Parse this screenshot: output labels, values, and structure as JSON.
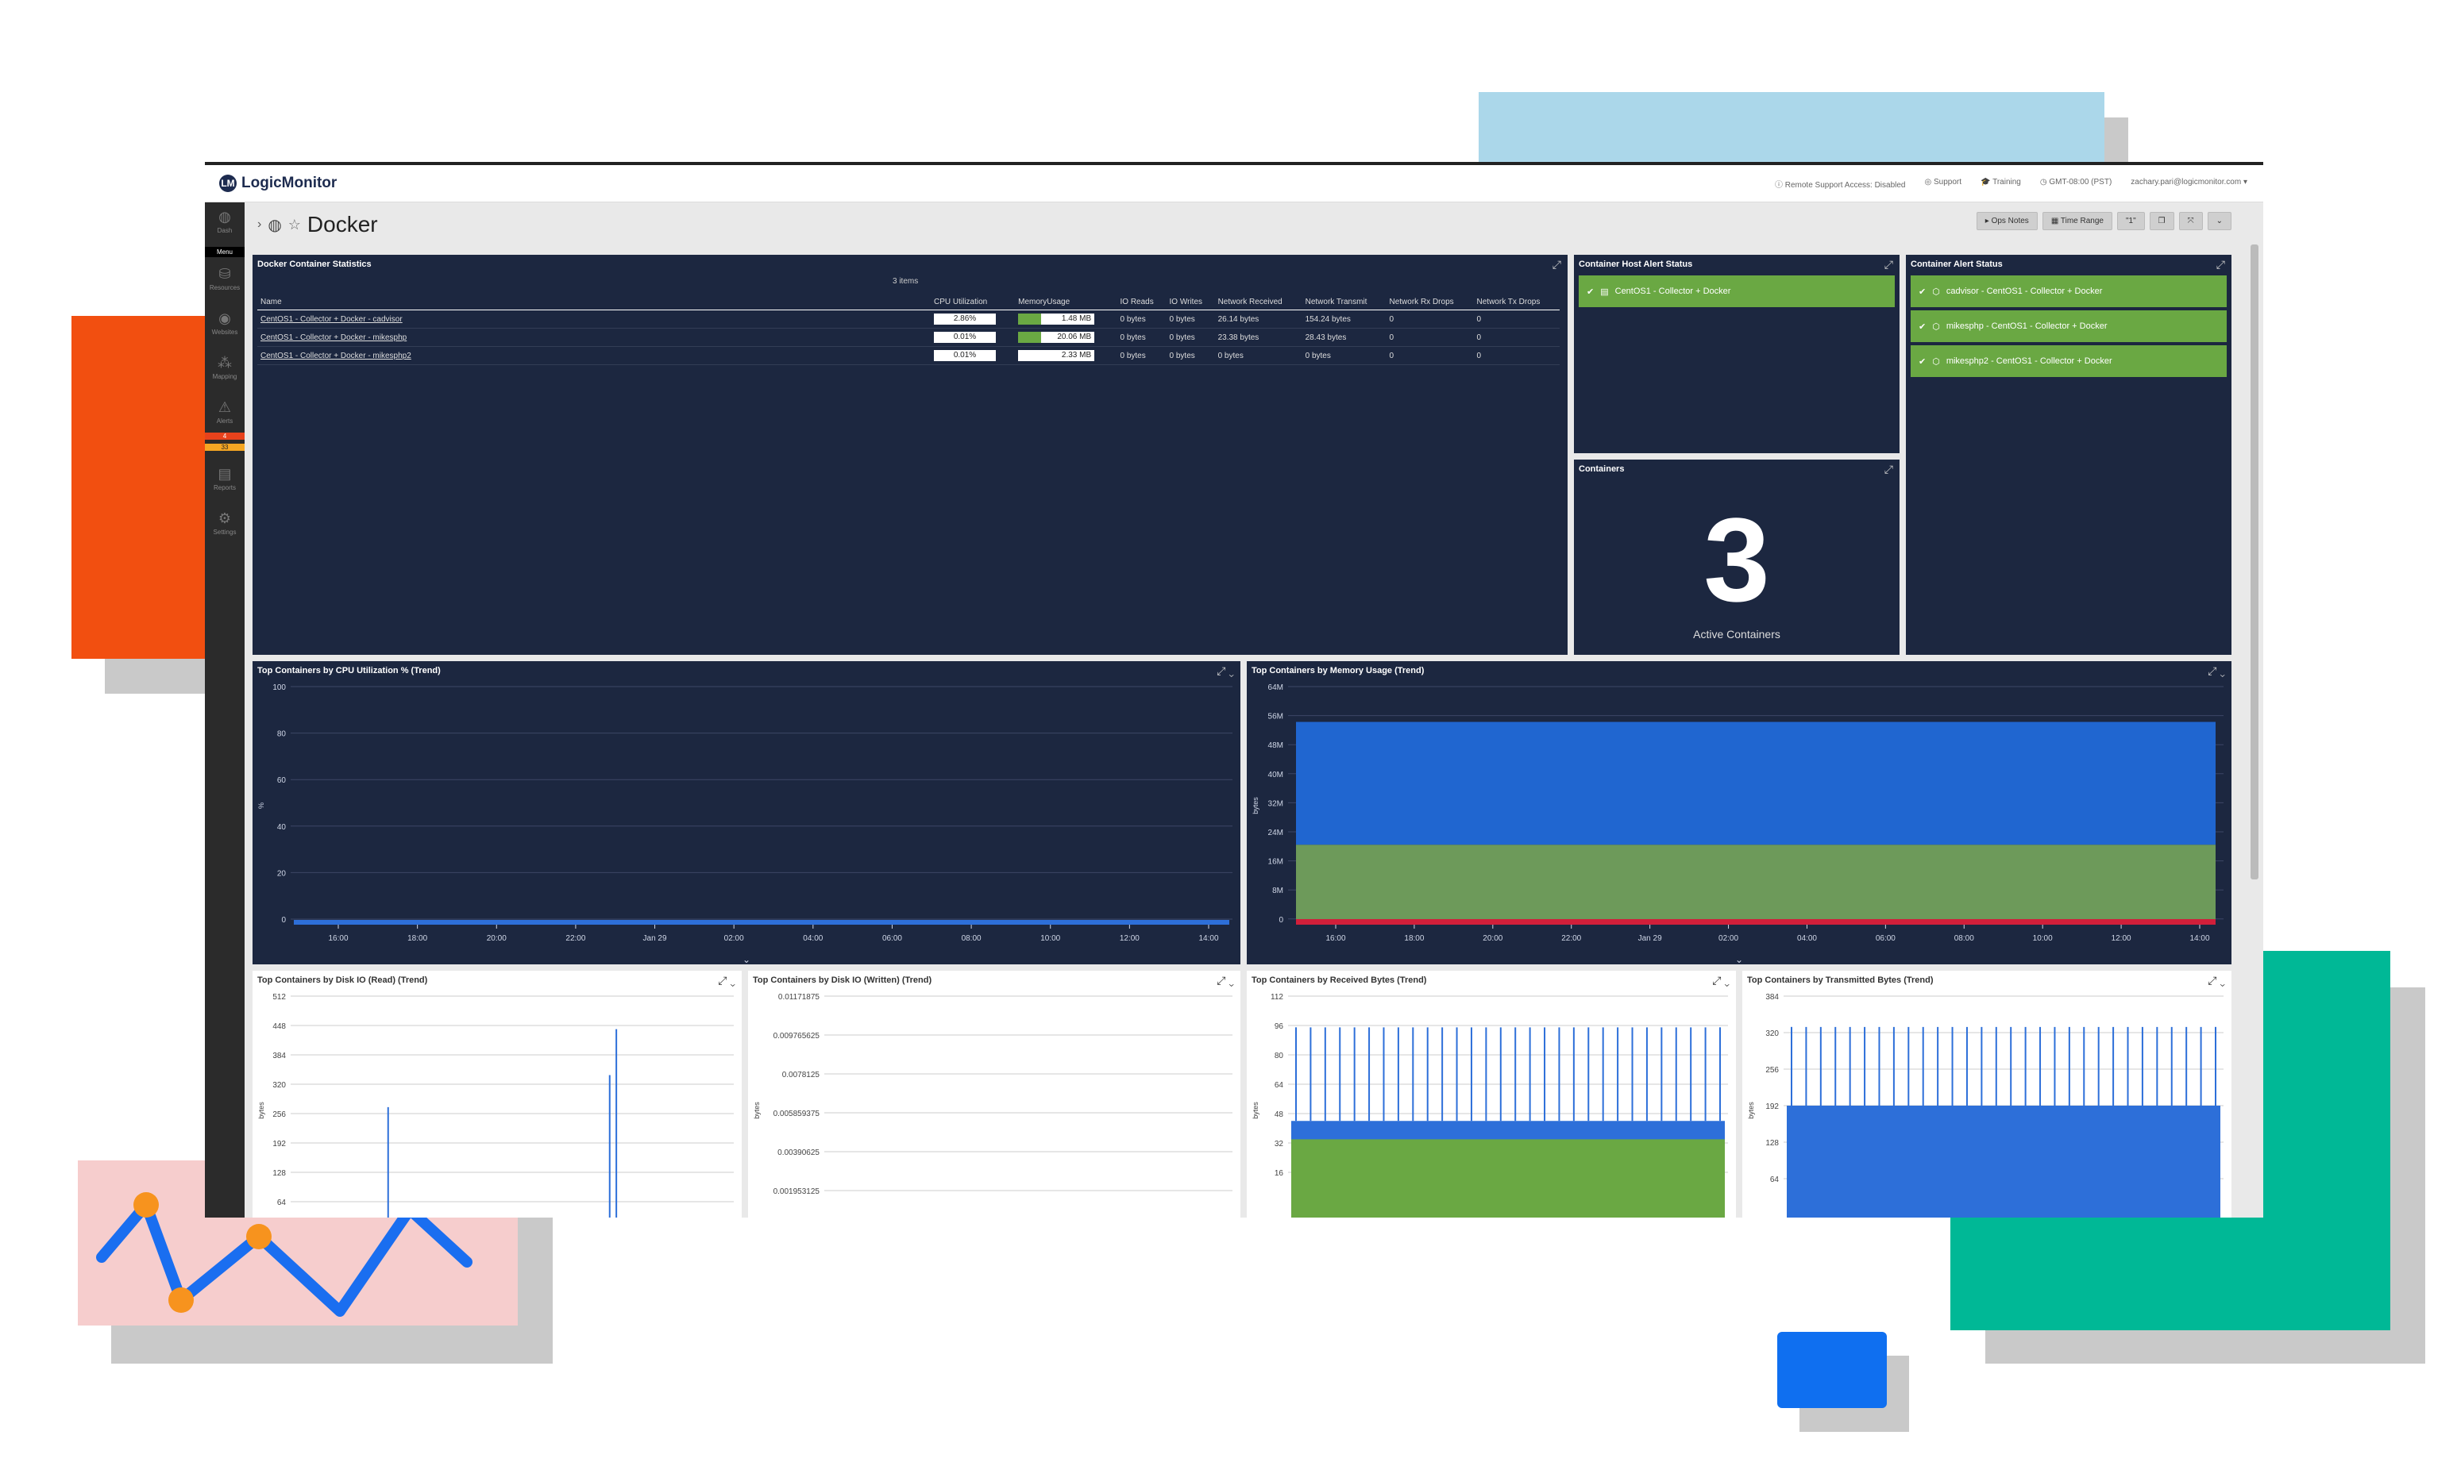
{
  "app": {
    "brand": "LogicMonitor",
    "page_title": "Docker",
    "topbar": {
      "remote_support": "Remote Support Access: Disabled",
      "support": "Support",
      "training": "Training",
      "timezone": "GMT-08:00 (PST)",
      "user": "zachary.pari@logicmonitor.com"
    },
    "toolbar": {
      "ops_notes": "Ops Notes",
      "time_range": "Time Range",
      "variables": "\"1\""
    }
  },
  "sidebar": {
    "items": [
      {
        "label": "Dash",
        "icon": "dashboard-icon"
      },
      {
        "label": "Menu",
        "icon": "menu-icon"
      },
      {
        "label": "Resources",
        "icon": "resources-icon"
      },
      {
        "label": "Websites",
        "icon": "websites-icon"
      },
      {
        "label": "Mapping",
        "icon": "mapping-icon"
      },
      {
        "label": "Alerts",
        "icon": "alert-icon"
      },
      {
        "label": "Reports",
        "icon": "reports-icon"
      },
      {
        "label": "Settings",
        "icon": "gear-icon"
      }
    ],
    "alert_counts": [
      "4",
      "33"
    ]
  },
  "stats": {
    "title": "Docker Container Statistics",
    "items_label": "3 items",
    "columns": [
      "Name",
      "CPU Utilization",
      "MemoryUsage",
      "IO Reads",
      "IO Writes",
      "Network Received",
      "Network Transmit",
      "Network Rx Drops",
      "Network Tx Drops"
    ],
    "rows": [
      {
        "name": "CentOS1 - Collector + Docker - cadvisor",
        "cpu": "2.86%",
        "mem": "1.48 MB",
        "mem_frac": 0.3,
        "io_reads": "0 bytes",
        "io_writes": "0 bytes",
        "net_rx": "26.14 bytes",
        "net_tx": "154.24 bytes",
        "rx_drops": "0",
        "tx_drops": "0"
      },
      {
        "name": "CentOS1 - Collector + Docker - mikesphp",
        "cpu": "0.01%",
        "mem": "20.06 MB",
        "mem_frac": 0.3,
        "io_reads": "0 bytes",
        "io_writes": "0 bytes",
        "net_rx": "23.38 bytes",
        "net_tx": "28.43 bytes",
        "rx_drops": "0",
        "tx_drops": "0"
      },
      {
        "name": "CentOS1 - Collector + Docker - mikesphp2",
        "cpu": "0.01%",
        "mem": "2.33 MB",
        "mem_frac": 0.0,
        "io_reads": "0 bytes",
        "io_writes": "0 bytes",
        "net_rx": "0 bytes",
        "net_tx": "0 bytes",
        "rx_drops": "0",
        "tx_drops": "0"
      }
    ]
  },
  "host_alert": {
    "title": "Container Host Alert Status",
    "rows": [
      "CentOS1 - Collector + Docker"
    ]
  },
  "container_alert": {
    "title": "Container Alert Status",
    "rows": [
      "cadvisor - CentOS1 - Collector + Docker",
      "mikesphp - CentOS1 - Collector + Docker",
      "mikesphp2 - CentOS1 - Collector + Docker"
    ]
  },
  "containers": {
    "title": "Containers",
    "value": "3",
    "caption": "Active Containers"
  },
  "chart_data": [
    {
      "type": "area",
      "title": "Top Containers by CPU Utilization % (Trend)",
      "ylabel": "%",
      "ylim": [
        0,
        100
      ],
      "yticks": [
        "100",
        "80",
        "60",
        "40",
        "20",
        "0"
      ],
      "xticks": [
        "16:00",
        "18:00",
        "20:00",
        "22:00",
        "Jan 29",
        "02:00",
        "04:00",
        "06:00",
        "08:00",
        "10:00",
        "12:00",
        "14:00"
      ],
      "series": [
        {
          "values": [
            2,
            2,
            2,
            2,
            2,
            2,
            2,
            2,
            2,
            2,
            2,
            2
          ],
          "color": "#2d6fd9"
        }
      ]
    },
    {
      "type": "area",
      "title": "Top Containers by Memory Usage (Trend)",
      "ylabel": "bytes",
      "ylim": [
        0,
        64
      ],
      "yticks": [
        "64M",
        "56M",
        "48M",
        "40M",
        "32M",
        "24M",
        "16M",
        "8M",
        "0"
      ],
      "xticks": [
        "16:00",
        "18:00",
        "20:00",
        "22:00",
        "Jan 29",
        "02:00",
        "04:00",
        "06:00",
        "08:00",
        "10:00",
        "12:00",
        "14:00"
      ],
      "series": [
        {
          "values": [
            1.5,
            1.5,
            1.5,
            1.5,
            1.5,
            1.5,
            1.5,
            1.5,
            1.5,
            1.5,
            1.5,
            1.5
          ],
          "color": "#d11f3a"
        },
        {
          "values": [
            20,
            20,
            20,
            20,
            20,
            20,
            20,
            20,
            20,
            20,
            20,
            20
          ],
          "color": "#6d9a5a"
        },
        {
          "values": [
            33,
            33,
            33,
            33,
            33,
            33,
            33,
            33,
            33,
            33,
            33,
            33
          ],
          "color": "#2066d0"
        }
      ]
    },
    {
      "type": "line",
      "title": "Top Containers by Disk IO (Read) (Trend)",
      "ylabel": "bytes",
      "ylim": [
        0,
        512
      ],
      "yticks": [
        "512",
        "448",
        "384",
        "320",
        "256",
        "192",
        "128",
        "64"
      ],
      "spikes": [
        {
          "x": 0.22,
          "v": 270
        },
        {
          "x": 0.72,
          "v": 340
        },
        {
          "x": 0.735,
          "v": 440
        }
      ]
    },
    {
      "type": "line",
      "title": "Top Containers by Disk IO (Written) (Trend)",
      "ylabel": "bytes",
      "ylim": [
        0,
        0.01171875
      ],
      "yticks": [
        "0.01171875",
        "0.009765625",
        "0.0078125",
        "0.005859375",
        "0.00390625",
        "0.001953125"
      ]
    },
    {
      "type": "area",
      "title": "Top Containers by Received Bytes (Trend)",
      "ylabel": "bytes",
      "ylim": [
        0,
        112
      ],
      "yticks": [
        "112",
        "96",
        "80",
        "64",
        "48",
        "32",
        "16"
      ],
      "series": [
        {
          "values": [
            10
          ],
          "color": "#6aa843"
        },
        {
          "values": [
            34
          ],
          "color": "#2d6fd9"
        }
      ],
      "spike_value": 95
    },
    {
      "type": "area",
      "title": "Top Containers by Transmitted Bytes (Trend)",
      "ylabel": "bytes",
      "ylim": [
        0,
        384
      ],
      "yticks": [
        "384",
        "320",
        "256",
        "192",
        "128",
        "64"
      ],
      "series": [
        {
          "values": [
            192
          ],
          "color": "#2d6fd9"
        }
      ],
      "spike_value": 330
    }
  ]
}
